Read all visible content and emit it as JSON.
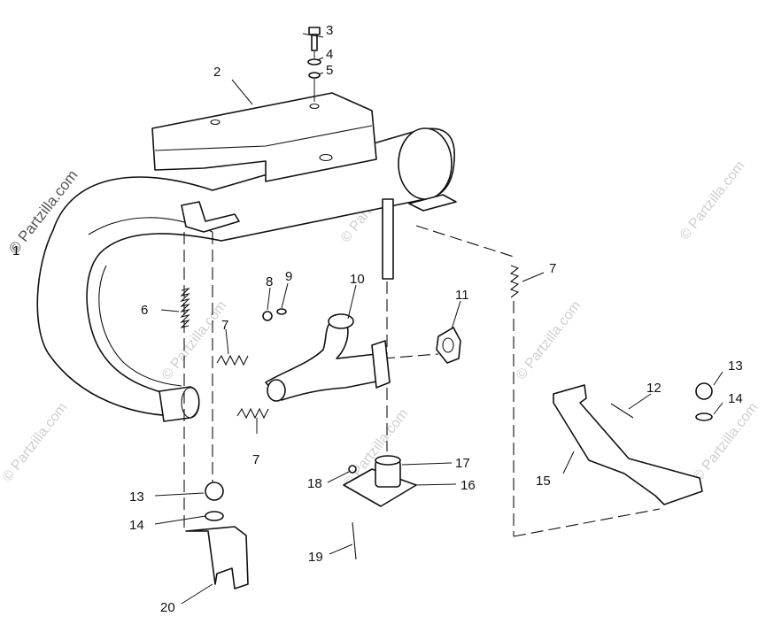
{
  "watermark": {
    "left": "© Partzilla.com",
    "tiles": [
      "© Partzilla.com",
      "© Partzilla.com",
      "© Partzilla.com",
      "© Partzilla.com",
      "© Partzilla.com",
      "© Partzilla.com",
      "© Partzilla.com"
    ]
  },
  "callouts": [
    {
      "id": "c3",
      "text": "3"
    },
    {
      "id": "c4",
      "text": "4"
    },
    {
      "id": "c5",
      "text": "5"
    },
    {
      "id": "c2",
      "text": "2"
    },
    {
      "id": "c1",
      "text": "1"
    },
    {
      "id": "c6",
      "text": "6"
    },
    {
      "id": "c7a",
      "text": "7"
    },
    {
      "id": "c7b",
      "text": "7"
    },
    {
      "id": "c7c",
      "text": "7"
    },
    {
      "id": "c8",
      "text": "8"
    },
    {
      "id": "c9",
      "text": "9"
    },
    {
      "id": "c10",
      "text": "10"
    },
    {
      "id": "c11",
      "text": "11"
    },
    {
      "id": "c12",
      "text": "12"
    },
    {
      "id": "c13a",
      "text": "13"
    },
    {
      "id": "c14a",
      "text": "14"
    },
    {
      "id": "c13b",
      "text": "13"
    },
    {
      "id": "c14b",
      "text": "14"
    },
    {
      "id": "c15",
      "text": "15"
    },
    {
      "id": "c16",
      "text": "16"
    },
    {
      "id": "c17",
      "text": "17"
    },
    {
      "id": "c18",
      "text": "18"
    },
    {
      "id": "c19",
      "text": "19"
    },
    {
      "id": "c20",
      "text": "20"
    }
  ]
}
